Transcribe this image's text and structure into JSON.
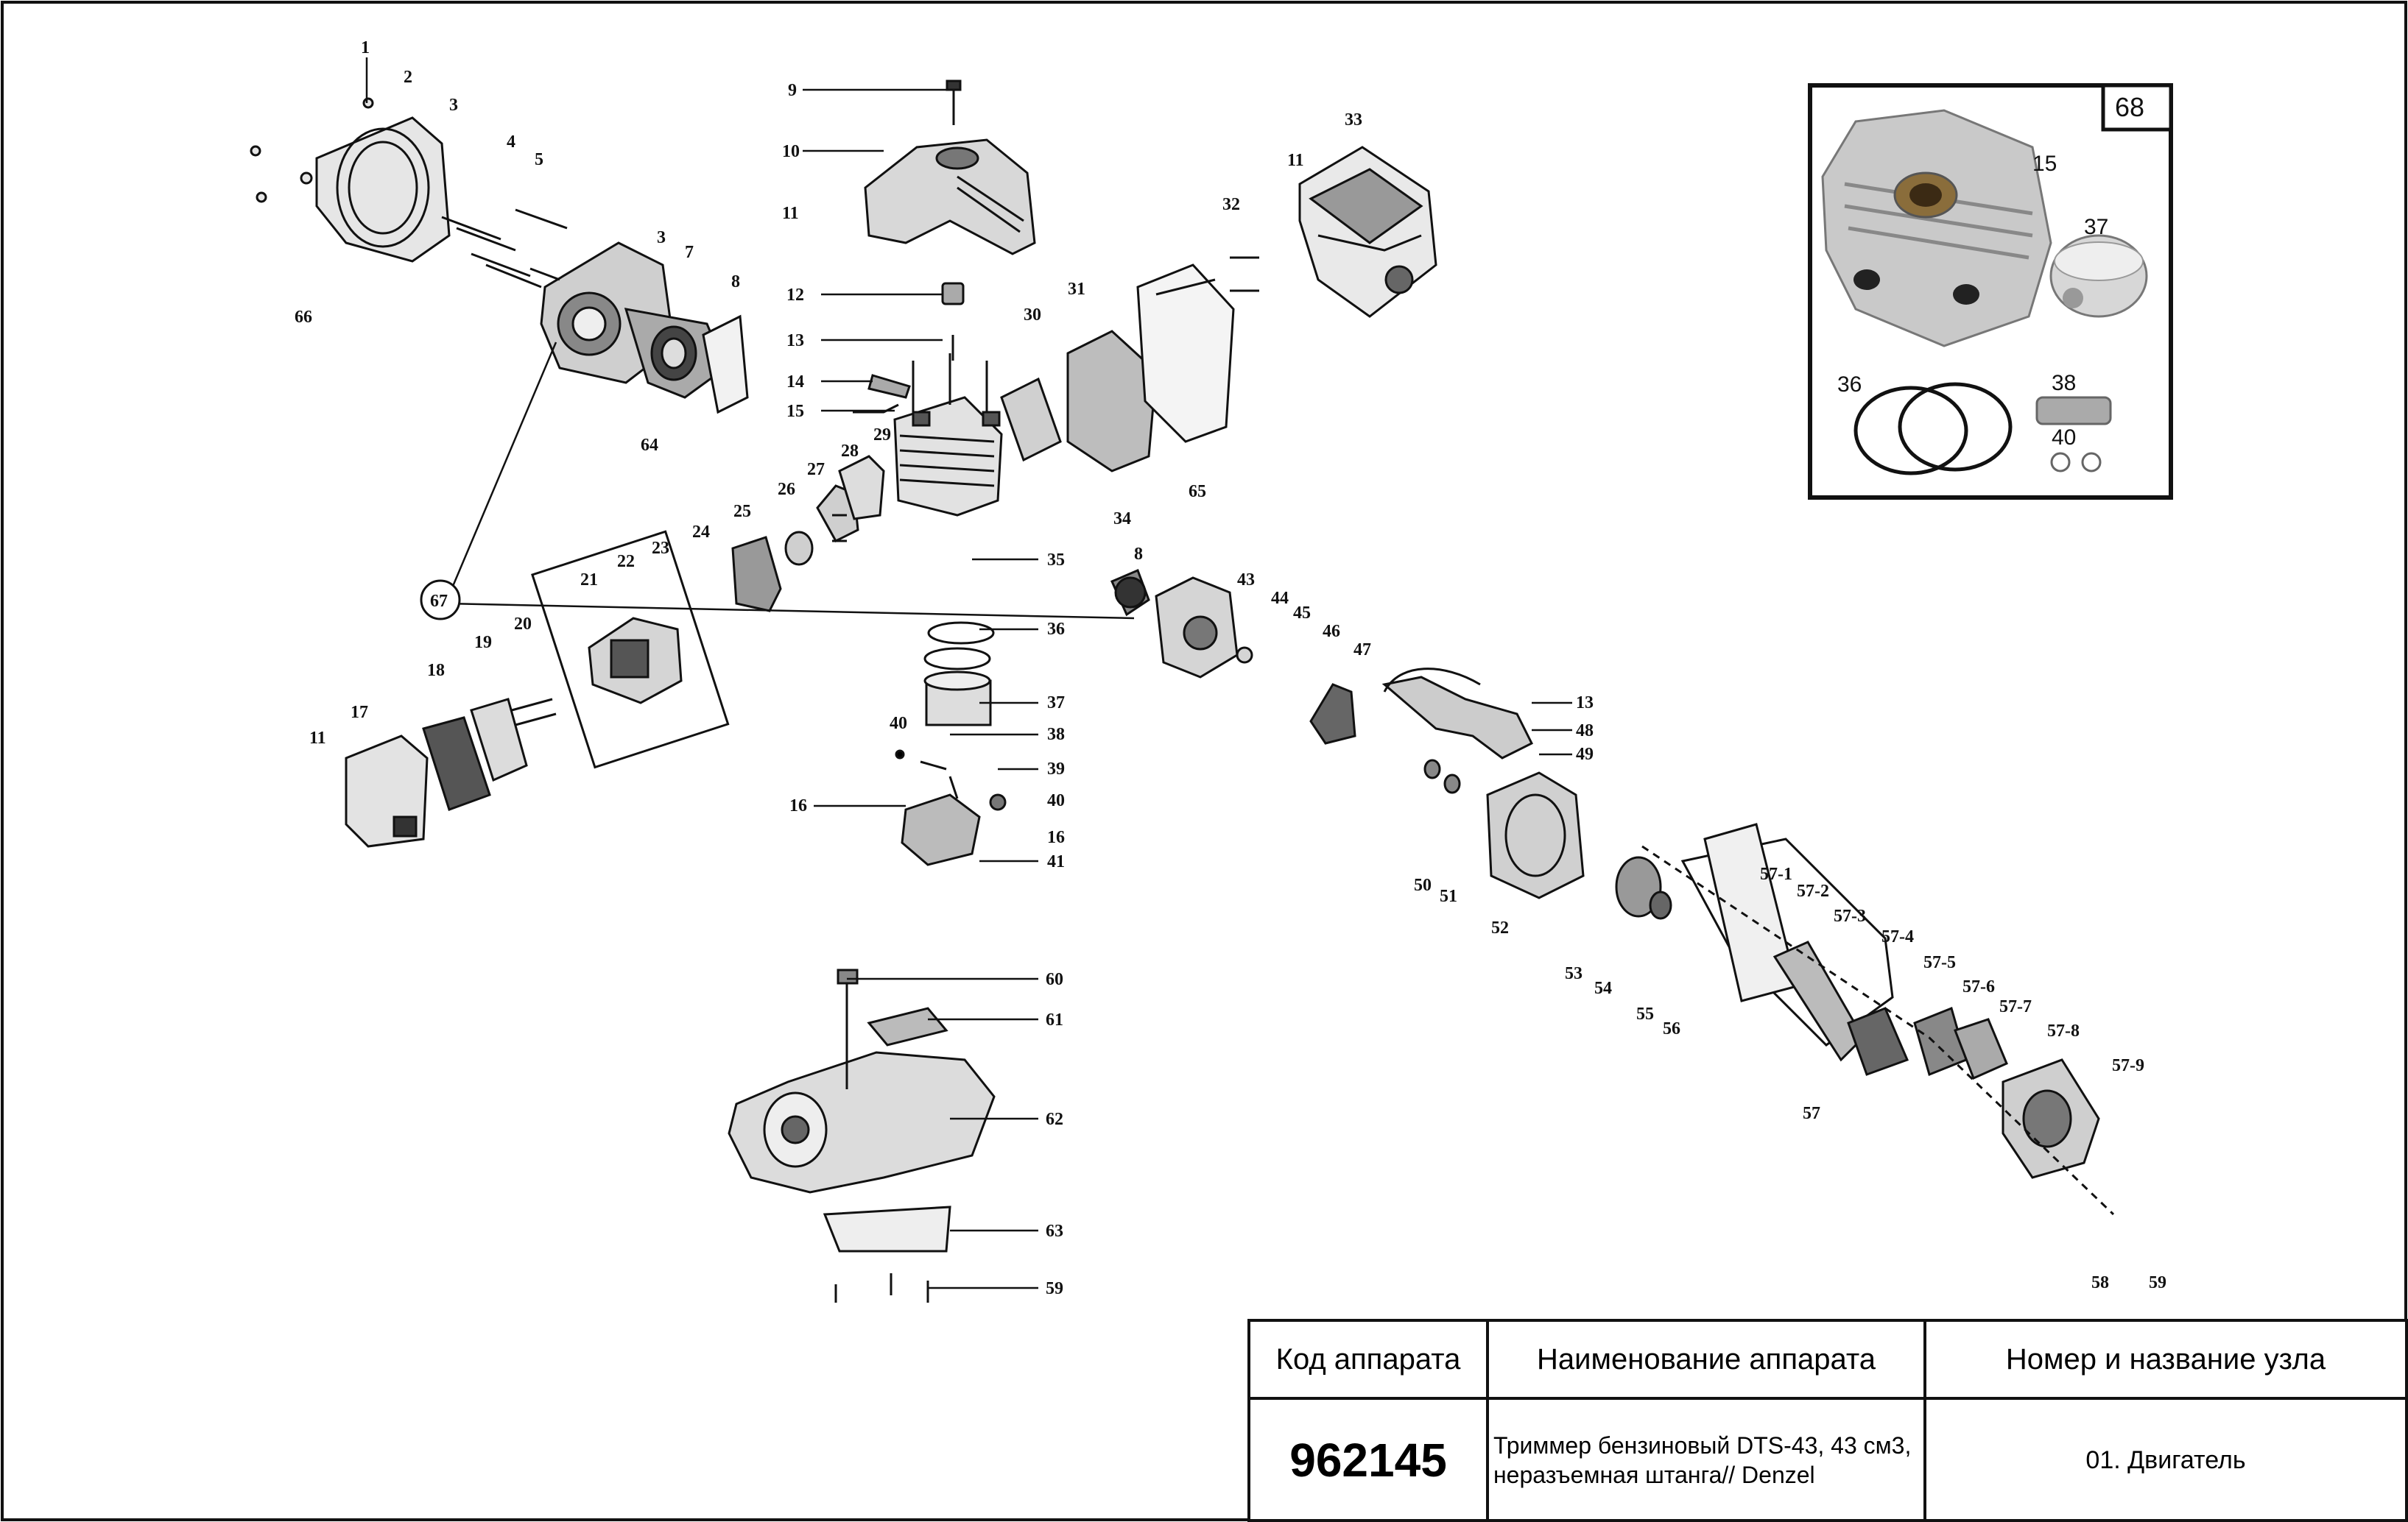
{
  "diagram": {
    "callouts": {
      "c1": "1",
      "c2": "2",
      "c3a": "3",
      "c3b": "3",
      "c4": "4",
      "c5": "5",
      "c7": "7",
      "c8a": "8",
      "c66": "66",
      "c9": "9",
      "c10": "10",
      "c11a": "11",
      "c12": "12",
      "c13a": "13",
      "c14": "14",
      "c15": "15",
      "c11b": "11",
      "c33": "33",
      "c32": "32",
      "c31": "31",
      "c30": "30",
      "c65": "65",
      "c34": "34",
      "c35": "35",
      "c29": "29",
      "c28": "28",
      "c27": "27",
      "c26": "26",
      "c25": "25",
      "c64": "64",
      "c21": "21",
      "c22": "22",
      "c23": "23",
      "c24": "24",
      "c67": "67",
      "c20": "20",
      "c19": "19",
      "c18": "18",
      "c17": "17",
      "c11c": "11",
      "c36": "36",
      "c37": "37",
      "c38": "38",
      "c40a": "40",
      "c39": "39",
      "c16a": "16",
      "c40b": "40",
      "c16b": "16",
      "c41": "41",
      "c8b": "8",
      "c43": "43",
      "c44": "44",
      "c45": "45",
      "c46": "46",
      "c47": "47",
      "c13b": "13",
      "c48": "48",
      "c49": "49",
      "c50": "50",
      "c51": "51",
      "c52": "52",
      "c53": "53",
      "c54": "54",
      "c55": "55",
      "c56": "56",
      "c57_1": "57-1",
      "c57_2": "57-2",
      "c57_3": "57-3",
      "c57_4": "57-4",
      "c57_5": "57-5",
      "c57_6": "57-6",
      "c57_7": "57-7",
      "c57_8": "57-8",
      "c57_9": "57-9",
      "c57": "57",
      "c58": "58",
      "c59a": "59",
      "c60": "60",
      "c61": "61",
      "c62": "62",
      "c63": "63",
      "c59b": "59"
    },
    "inset": {
      "box_label": "68",
      "parts": {
        "p15": "15",
        "p37": "37",
        "p36": "36",
        "p38": "38",
        "p40": "40"
      }
    }
  },
  "title_block": {
    "header_code": "Код аппарата",
    "header_name": "Наименование аппарата",
    "header_node": "Номер и название узла",
    "code": "962145",
    "name": "Триммер бензиновый DTS-43, 43 см3,\nнеразъемная штанга// Denzel",
    "node": "01. Двигатель"
  },
  "colors": {
    "line": "#111111",
    "part_fill": "#d9d9d9",
    "part_dark": "#555555"
  }
}
